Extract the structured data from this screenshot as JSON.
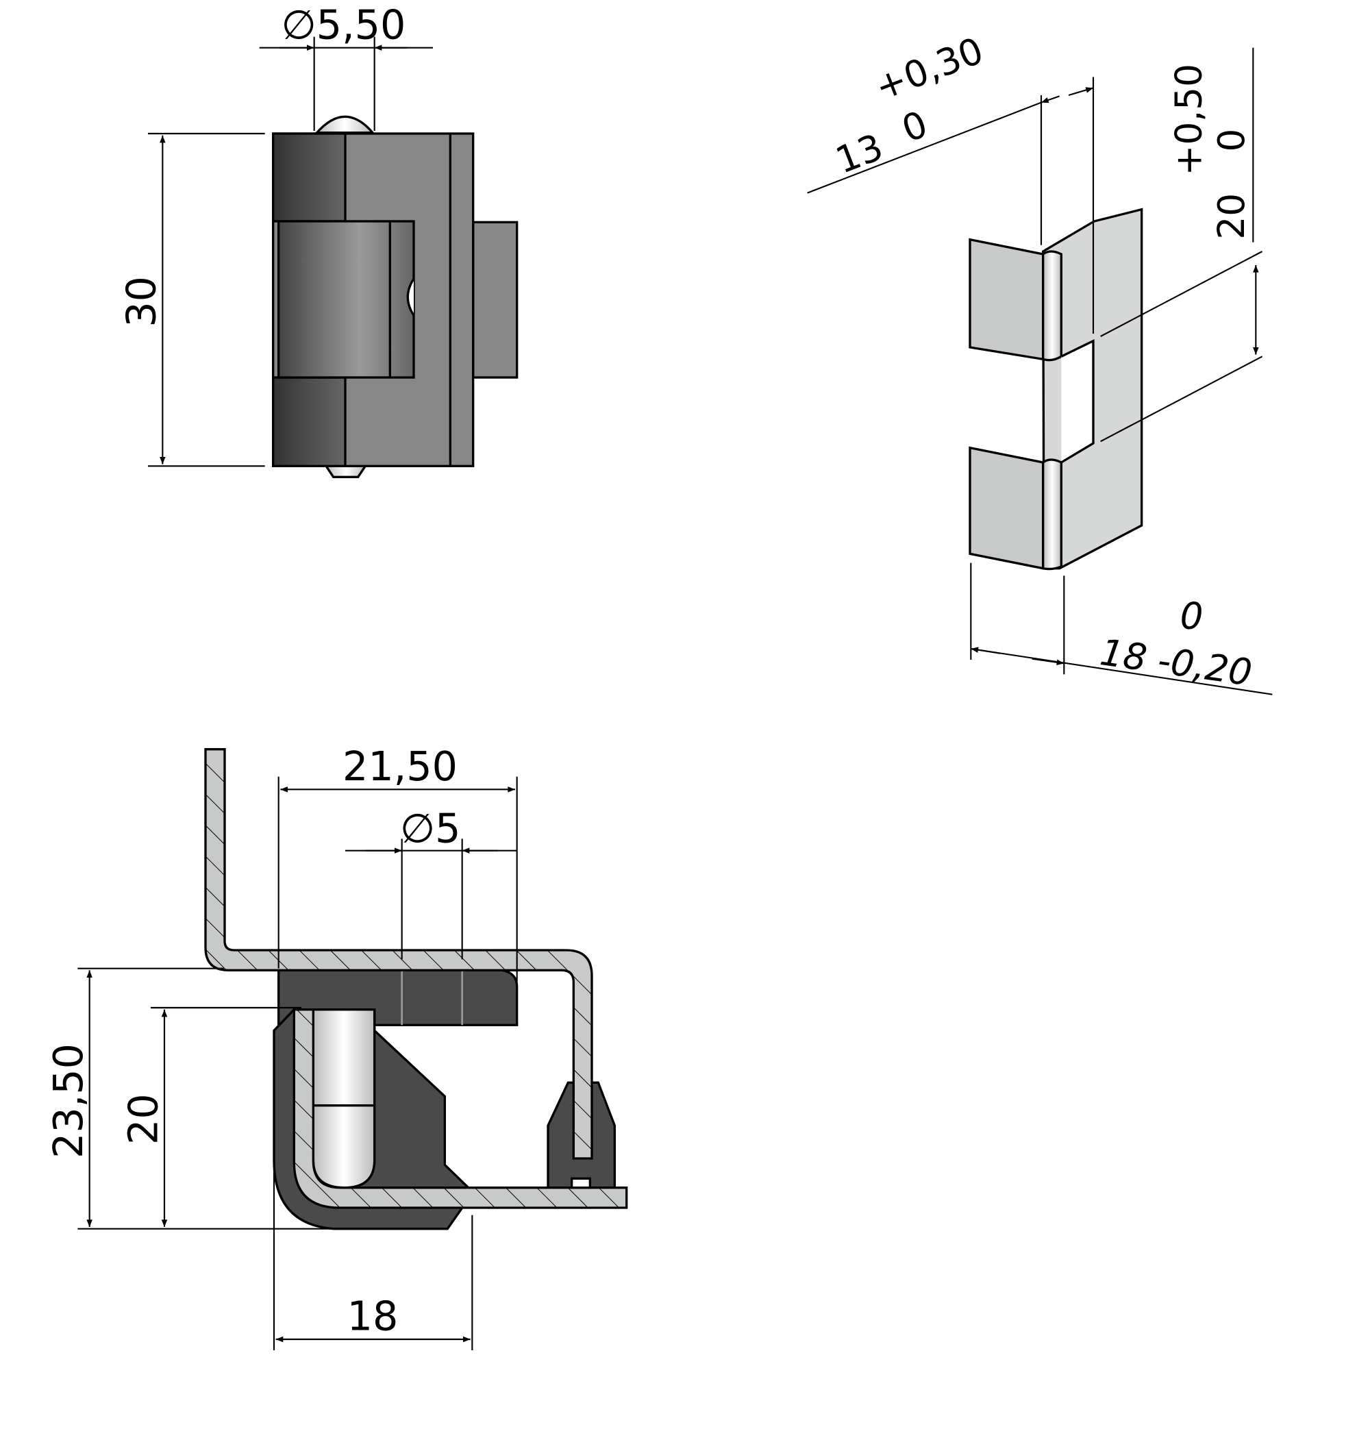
{
  "colors": {
    "dark_part": "#4a4a4a",
    "mid_part": "#878787",
    "light_part": "#c8cac9",
    "pin": "#d8d8d8",
    "line": "#000000"
  },
  "front_view": {
    "pin_diameter": "∅5,50",
    "height": "30"
  },
  "iso_view": {
    "depth_tol": "+0,30",
    "depth_nominal": "13",
    "depth_lower": "0",
    "height_tol": "+0,50",
    "height_lower": "0",
    "height_nominal": "20",
    "width_upper": "0",
    "width": "18 -0,20"
  },
  "section_view": {
    "width_top": "21,50",
    "hole_diameter": "∅5",
    "total_height": "23,50",
    "inner_height": "20",
    "base_width": "18"
  }
}
